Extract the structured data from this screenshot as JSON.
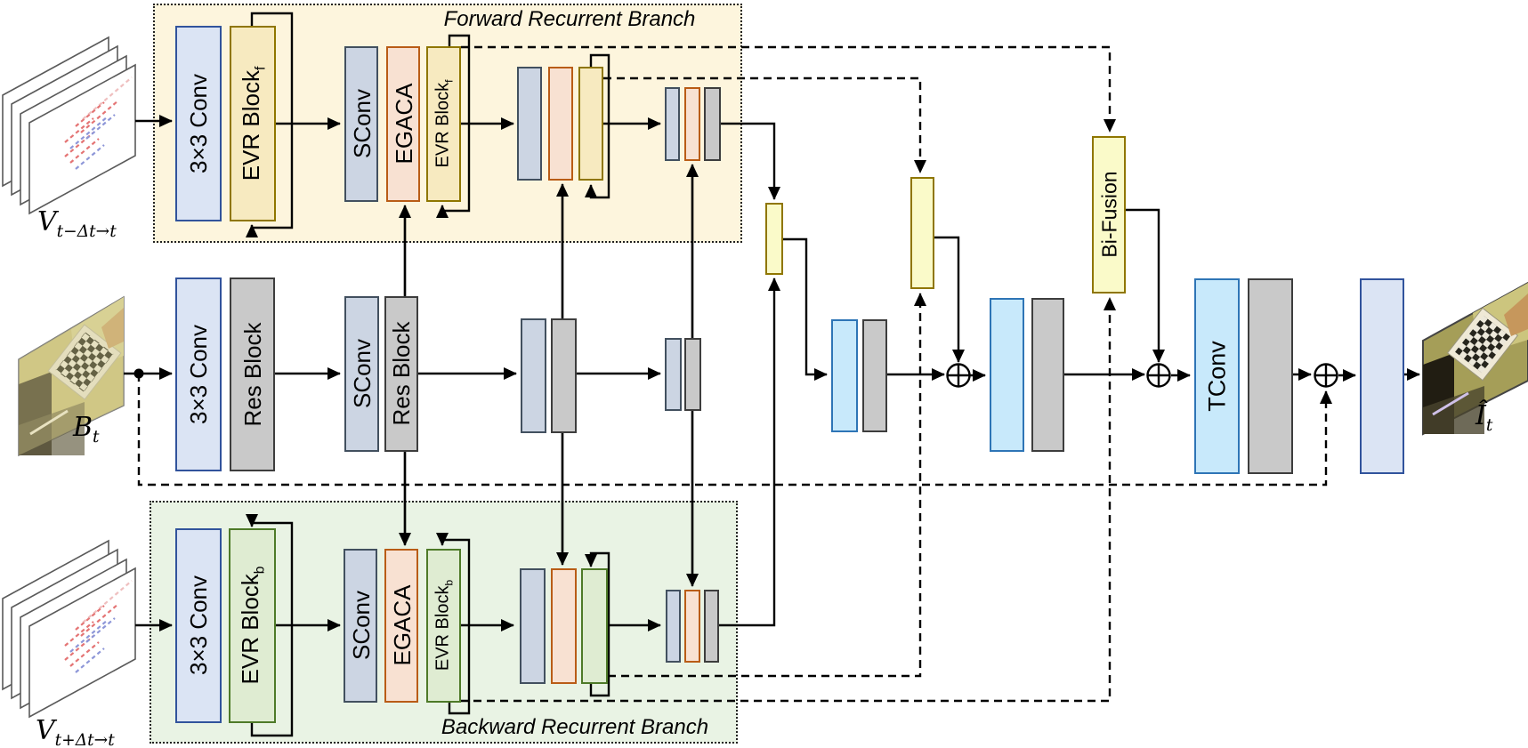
{
  "figure": {
    "forward_branch_title": "Forward Recurrent Branch",
    "backward_branch_title": "Backward Recurrent Branch",
    "labels": {
      "conv3x3": "3×3 Conv",
      "evr_block": "EVR Block",
      "evr_sub_forward": "f",
      "evr_sub_backward": "b",
      "sconv": "SConv",
      "egaca": "EGACA",
      "res_block": "Res Block",
      "bi_fusion": "Bi-Fusion",
      "tconv": "TConv"
    },
    "io": {
      "forward_events_base": "V",
      "forward_events_sub": "t−Δt→t",
      "backward_events_base": "V",
      "backward_events_sub": "t+Δt→t",
      "blurry_frame_base": "B",
      "blurry_frame_sub": "t",
      "restored_frame_base": "Î",
      "restored_frame_sub": "t"
    },
    "operators": {
      "add": "circled-plus"
    },
    "colors": {
      "forward_branch_bg": "#fdf5dd",
      "backward_branch_bg": "#e9f3e4",
      "conv_fill": "#dbe4f4",
      "conv_border": "#31539c",
      "sconv_fill": "#ccd5e3",
      "sconv_border": "#42505f",
      "gray_fill": "#c9c9c9",
      "gray_border": "#3d3d3d",
      "egaca_fill": "#f8e1d2",
      "egaca_border": "#b95c16",
      "evr_forward_fill": "#f7eac0",
      "evr_forward_border": "#8f7600",
      "evr_backward_fill": "#dfecd2",
      "evr_backward_border": "#4e7a28",
      "fusion_fill": "#fafac9",
      "fusion_border": "#8f7600",
      "tconv_fill": "#c8e9fb",
      "tconv_border": "#2e75b6",
      "wire": "#000000",
      "event_positive": "#e05c5c",
      "event_negative": "#7b86d2"
    }
  }
}
